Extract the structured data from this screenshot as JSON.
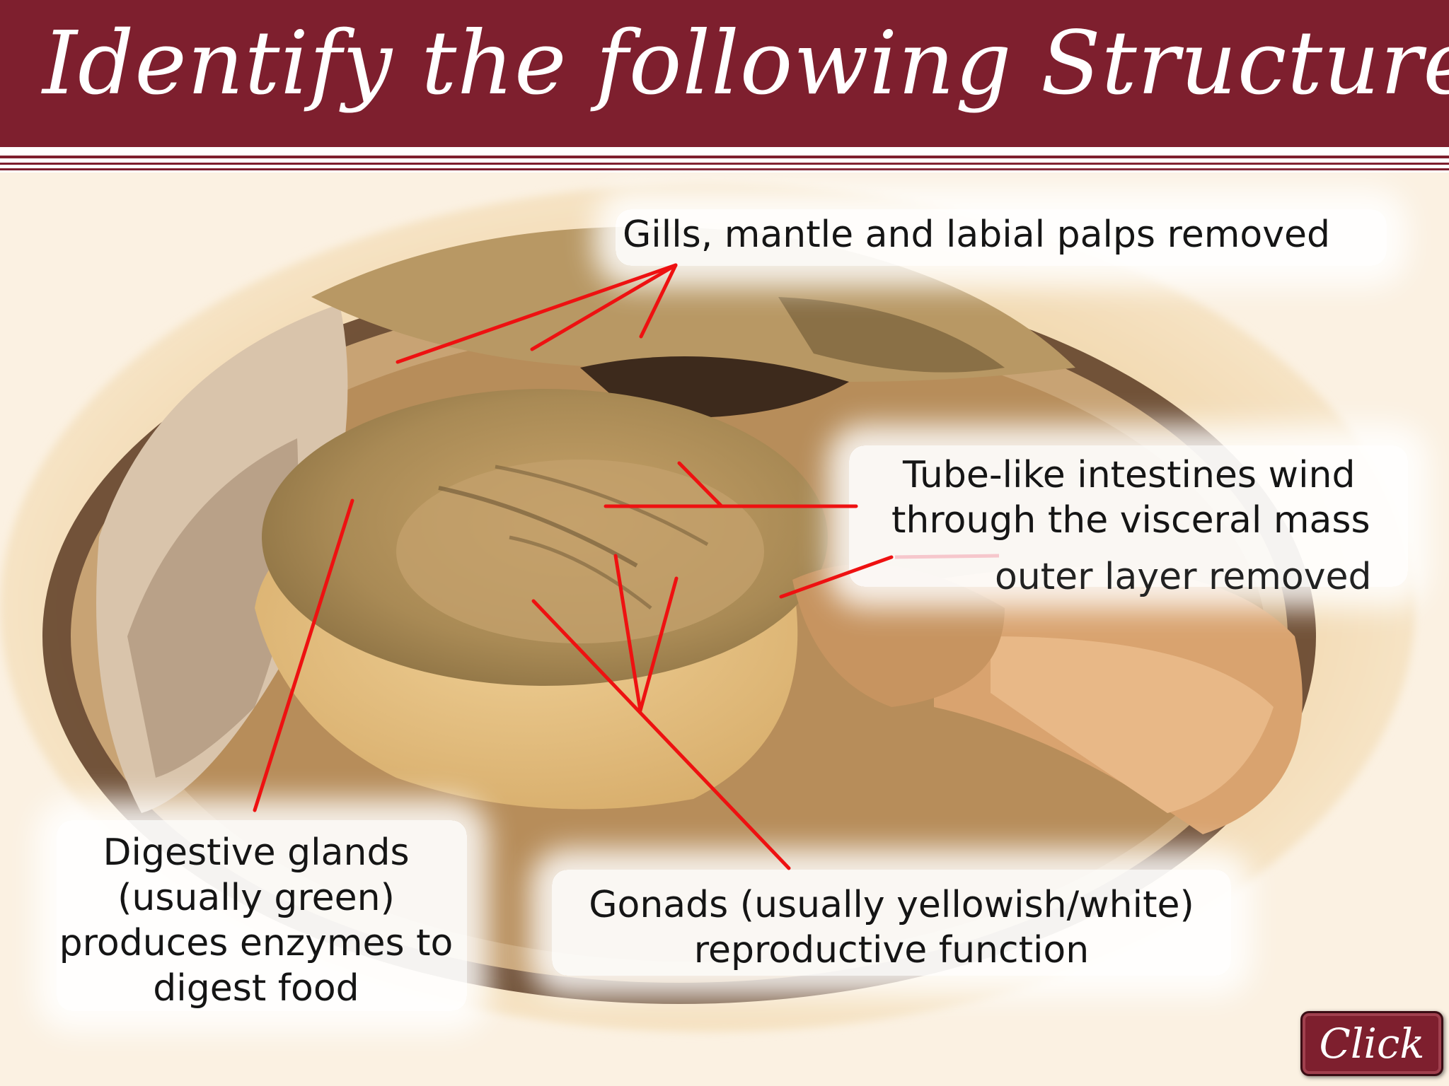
{
  "slide": {
    "title": "Identify the following Structures",
    "accent_color": "#7e1f2e",
    "pointer_line_color": "#ee1111"
  },
  "labels": {
    "gills": "Gills, mantle and labial palps removed",
    "intestines": [
      "Tube-like intestines wind",
      "through the visceral mass"
    ],
    "outer_layer": "outer layer removed",
    "digestive": [
      "Digestive glands",
      "(usually green)",
      "produces enzymes to",
      "digest food"
    ],
    "gonads": [
      "Gonads (usually yellowish/white)",
      "reproductive function"
    ]
  },
  "controls": {
    "click_label": "Click"
  }
}
